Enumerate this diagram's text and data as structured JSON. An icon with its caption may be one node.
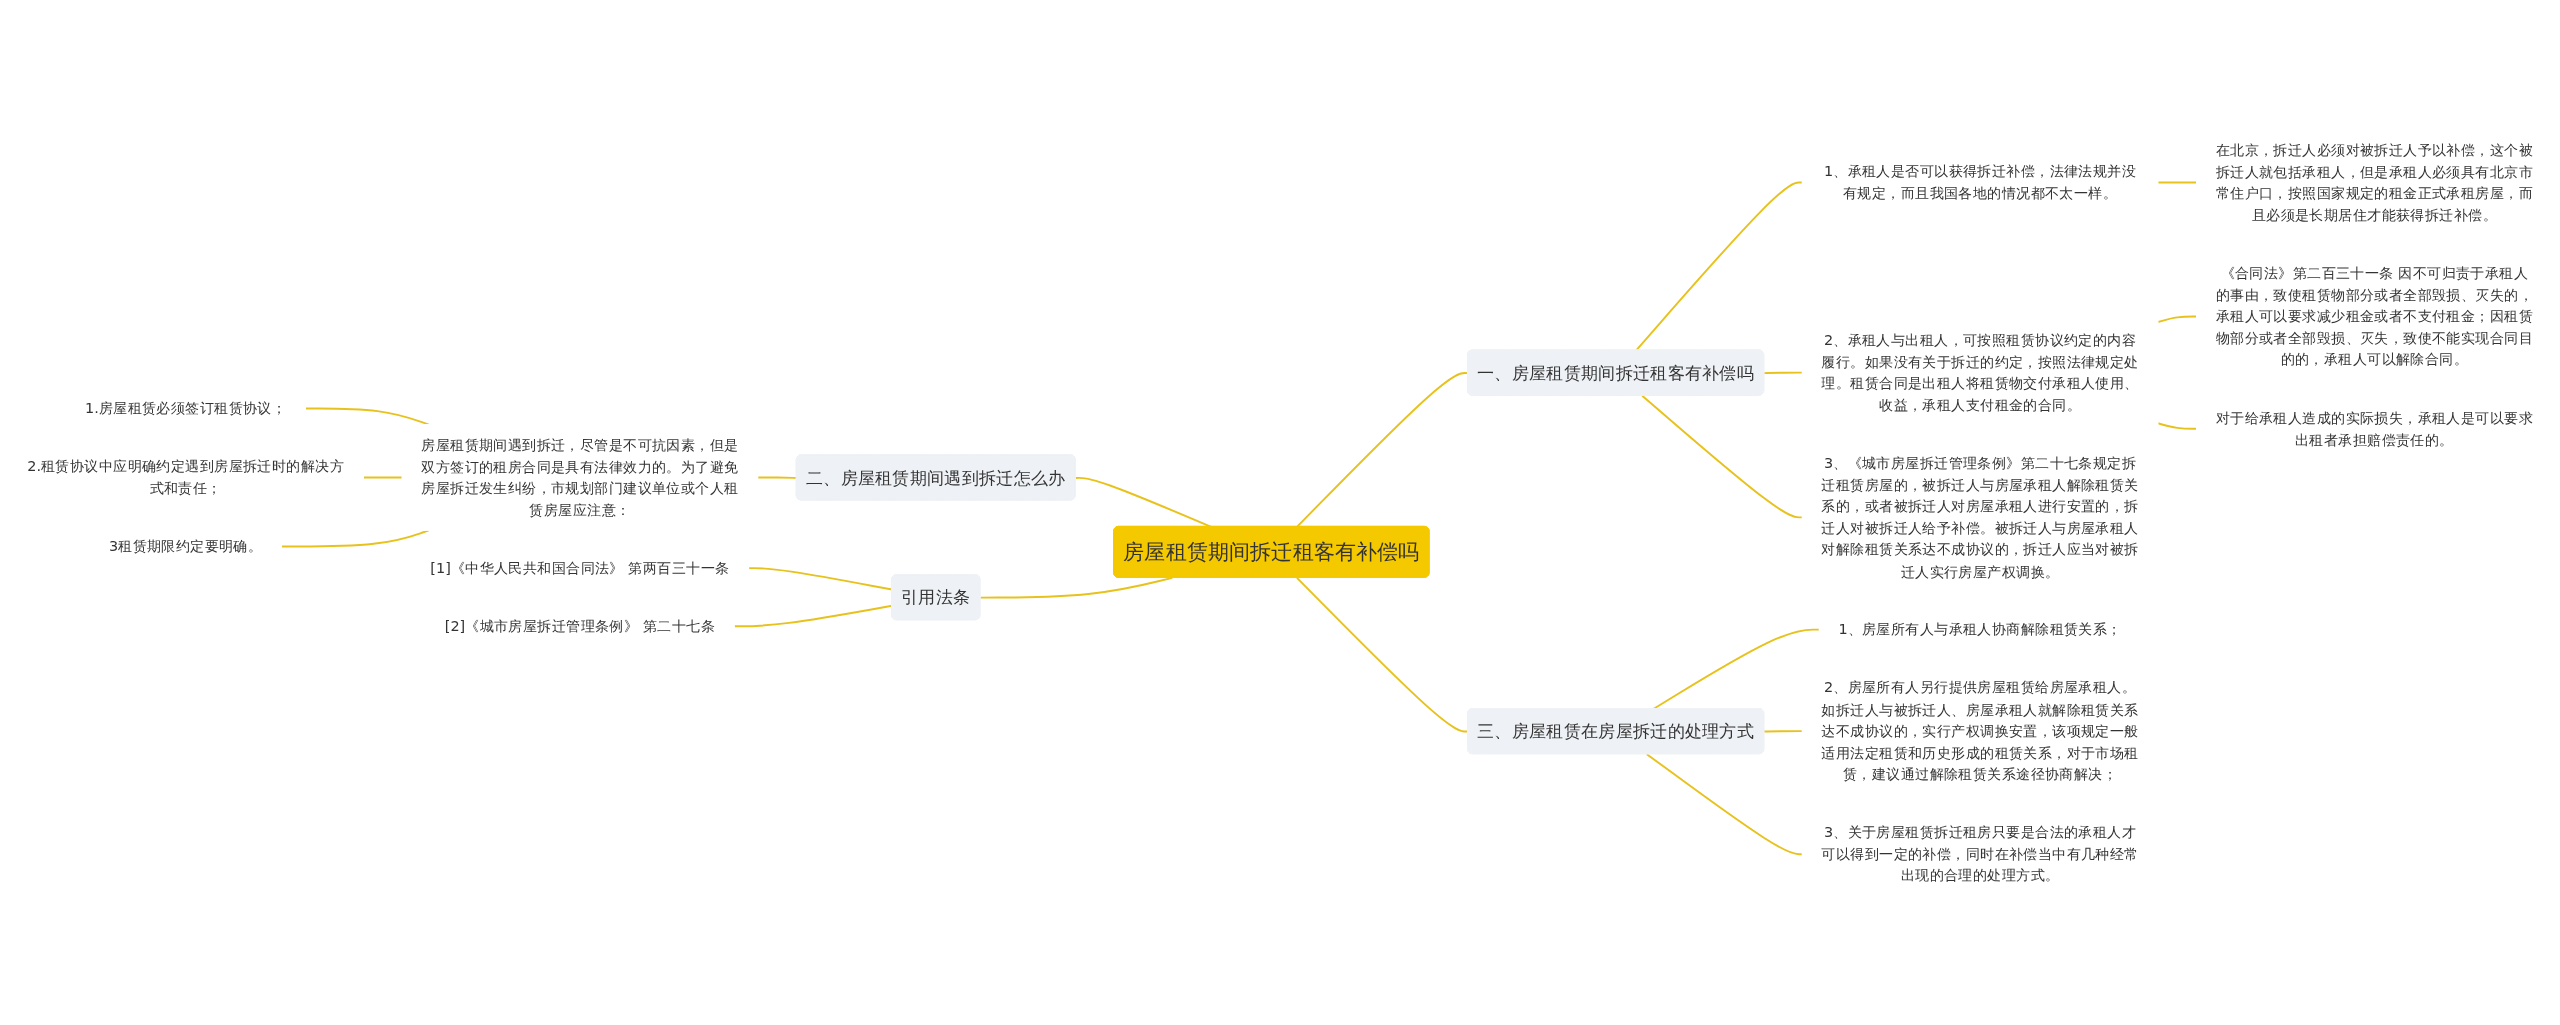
{
  "diagram": {
    "nodes": [
      {
        "text": [
          "房屋租赁期间拆迁租客有补偿吗"
        ]
      },
      {
        "text": [
          "二、房屋租赁期间遇到拆迁怎么办"
        ]
      },
      {
        "text": [
          "房屋租赁期间遇到拆迁，尽管是不可抗因素，但是双方签订的租房合同是具有法律效力的。为了避免房屋拆迁发生纠纷，市规划部门建议单位或个人租赁房屋应注意："
        ]
      },
      {
        "text": [
          "1.房屋租赁必须签订租赁协议；"
        ]
      },
      {
        "text": [
          "2.租赁协议中应明确约定遇到房屋拆迁时的解决方式和责任；"
        ]
      },
      {
        "text": [
          "3租赁期限约定要明确。"
        ]
      },
      {
        "text": [
          "引用法条"
        ]
      },
      {
        "text": [
          "[1]《中华人民共和国合同法》 第两百三十一条"
        ]
      },
      {
        "text": [
          "[2]《城市房屋拆迁管理条例》 第二十七条"
        ]
      },
      {
        "text": [
          "一、房屋租赁期间拆迁租客有补偿吗"
        ]
      },
      {
        "text": [
          "1、承租人是否可以获得拆迁补偿，法律法规并没有规定，而且我国各地的情况都不太一样。"
        ]
      },
      {
        "text": [
          "在北京，拆迁人必须对被拆迁人予以补偿，这个被拆迁人就包括承租人，但是承租人必须具有北京市常住户口，按照国家规定的租金正式承租房屋，而且必须是长期居住才能获得拆迁补偿。"
        ]
      },
      {
        "text": [
          "2、承租人与出租人，可按照租赁协议约定的内容履行。如果没有关于拆迁的约定，按照法律规定处理。租赁合同是出租人将租赁物交付承租人使用、收益，承租人支付租金的合同。"
        ]
      },
      {
        "text": [
          "《合同法》第二百三十一条 因不可归责于承租人的事由，致使租赁物部分或者全部毁损、灭失的，承租人可以要求减少租金或者不支付租金；因租赁物部分或者全部毁损、灭失，致使不能实现合同目的的，承租人可以解除合同。"
        ]
      },
      {
        "text": [
          "对于给承租人造成的实际损失，承租人是可以要求出租者承担赔偿责任的。"
        ]
      },
      {
        "text": [
          "3、《城市房屋拆迁管理条例》第二十七条规定拆迁租赁房屋的，被拆迁人与房屋承租人解除租赁关系的，或者被拆迁人对房屋承租人进行安置的，拆迁人对被拆迁人给予补偿。被拆迁人与房屋承租人对解除租赁关系达不成协议的，拆迁人应当对被拆迁人实行房屋产权调换。"
        ]
      },
      {
        "text": [
          "三、房屋租赁在房屋拆迁的处理方式"
        ]
      },
      {
        "text": [
          "1、房屋所有人与承租人协商解除租赁关系；"
        ]
      },
      {
        "text": [
          "2、房屋所有人另行提供房屋租赁给房屋承租人。如拆迁人与被拆迁人、房屋承租人就解除租赁关系达不成协议的，实行产权调换安置，该项规定一般适用法定租赁和历史形成的租赁关系，对于市场租赁，建议通过解除租赁关系途径协商解决；"
        ]
      },
      {
        "text": [
          "3、关于房屋租赁拆迁租房只要是合法的承租人才可以得到一定的补偿，同时在补偿当中有几种经常出现的合理的处理方式。"
        ]
      }
    ],
    "edges": [
      {
        "from": 1,
        "to": 0,
        "arrow": "none"
      },
      {
        "from": 2,
        "to": 1,
        "arrow": "none"
      },
      {
        "from": 3,
        "to": 2,
        "arrow": "none"
      },
      {
        "from": 4,
        "to": 2,
        "arrow": "none"
      },
      {
        "from": 5,
        "to": 2,
        "arrow": "none"
      },
      {
        "from": 6,
        "to": 0,
        "arrow": "none"
      },
      {
        "from": 7,
        "to": 6,
        "arrow": "none"
      },
      {
        "from": 8,
        "to": 6,
        "arrow": "none"
      },
      {
        "from": 0,
        "to": 9,
        "arrow": "none"
      },
      {
        "from": 9,
        "to": 10,
        "arrow": "none"
      },
      {
        "from": 10,
        "to": 11,
        "arrow": "none"
      },
      {
        "from": 9,
        "to": 12,
        "arrow": "none"
      },
      {
        "from": 12,
        "to": 13,
        "arrow": "none"
      },
      {
        "from": 12,
        "to": 14,
        "arrow": "none"
      },
      {
        "from": 9,
        "to": 15,
        "arrow": "none"
      },
      {
        "from": 0,
        "to": 16,
        "arrow": "none"
      },
      {
        "from": 16,
        "to": 17,
        "arrow": "none"
      },
      {
        "from": 16,
        "to": 18,
        "arrow": "none"
      },
      {
        "from": 16,
        "to": 19,
        "arrow": "none"
      }
    ]
  }
}
